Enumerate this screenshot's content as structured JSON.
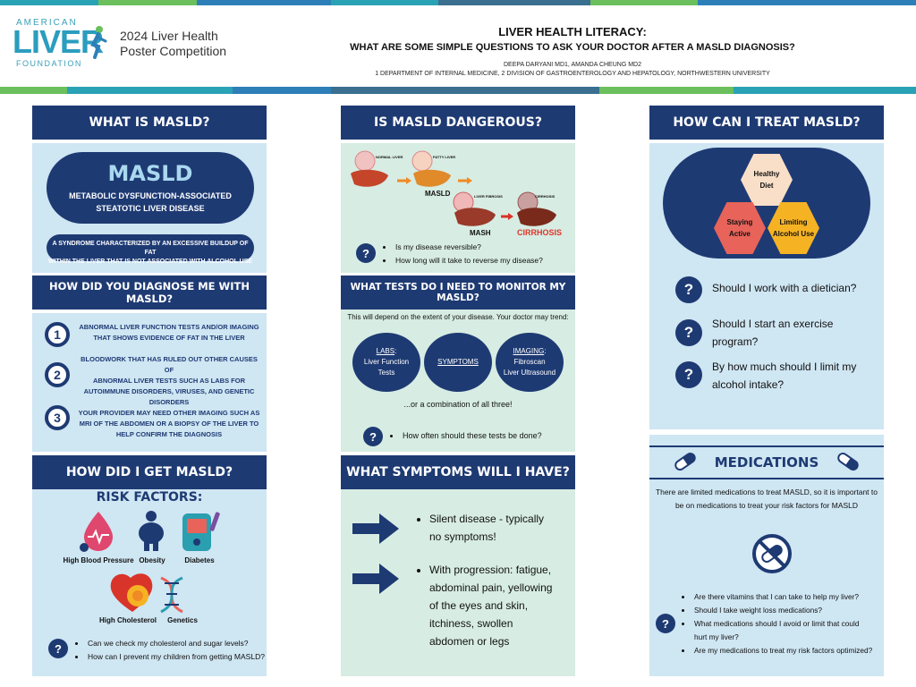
{
  "header": {
    "logo_top": "AMERICAN",
    "logo_main": "LIVER",
    "logo_bottom": "FOUNDATION",
    "competition": "2024 Liver Health",
    "competition_line2": "Poster Competition",
    "title": "LIVER HEALTH LITERACY:",
    "subtitle": "WHAT ARE SOME SIMPLE QUESTIONS TO ASK YOUR DOCTOR AFTER A MASLD DIAGNOSIS?",
    "authors": "DEEPA DARYANI MD1, AMANDA CHEUNG MD2",
    "affiliations": "1 DEPARTMENT OF INTERNAL MEDICINE, 2 DIVISION OF GASTROENTEROLOGY AND HEPATOLOGY, NORTHWESTERN UNIVERSITY"
  },
  "col1": {
    "what_header": "WHAT IS MASLD?",
    "masld": "MASLD",
    "masld_full_1": "METABOLIC DYSFUNCTION-ASSOCIATED",
    "masld_full_2": "STEATOTIC LIVER DISEASE",
    "syndrome_1": "A SYNDROME CHARACTERIZED BY AN EXCESSIVE BUILDUP OF FAT",
    "syndrome_2": "WITHIN THE LIVER THAT IS NOT ASSOCIATED WITH ALCOHOL USE",
    "diagnose_header": "HOW DID YOU DIAGNOSE ME WITH MASLD?",
    "steps": [
      {
        "num": "1",
        "line1": "ABNORMAL LIVER FUNCTION TESTS AND/OR IMAGING",
        "line2": "THAT SHOWS EVIDENCE OF FAT IN THE LIVER",
        "line3": "",
        "line4": ""
      },
      {
        "num": "2",
        "line1": "BLOODWORK THAT HAS RULED OUT OTHER CAUSES OF",
        "line2": "ABNORMAL LIVER TESTS SUCH AS LABS FOR",
        "line3": "AUTOIMMUNE DISORDERS, VIRUSES, AND GENETIC",
        "line4": "DISORDERS"
      },
      {
        "num": "3",
        "line1": "YOUR PROVIDER MAY NEED OTHER IMAGING SUCH AS",
        "line2": "MRI OF THE ABDOMEN OR A BIOPSY OF THE LIVER TO",
        "line3": "HELP CONFIRM THE DIAGNOSIS",
        "line4": ""
      }
    ],
    "get_header": "HOW DID I GET MASLD?",
    "risk_title": "RISK FACTORS:",
    "risks": [
      "High Blood Pressure",
      "Obesity",
      "Diabetes",
      "High Cholesterol",
      "Genetics"
    ],
    "questions": [
      "Can we check my cholesterol and sugar levels?",
      "How can I prevent my children from getting MASLD?"
    ],
    "q_mark": "?"
  },
  "col2": {
    "danger_header": "IS MASLD DANGEROUS?",
    "stages": {
      "normal": "NORMAL LIVER",
      "fatty": "FATTY LIVER",
      "fibrosis": "LIVER FIBROSIS",
      "cirrhosis_small": "CIRRHOSIS",
      "masld": "MASLD",
      "mash": "MASH",
      "cirrhosis": "CIRRHOSIS"
    },
    "danger_questions": [
      "Is my disease reversible?",
      "How long will it take to reverse my disease?"
    ],
    "tests_header": "WHAT TESTS DO I NEED TO MONITOR MY MASLD?",
    "trend": "This will depend on the extent of your disease. Your doctor may trend:",
    "tests": {
      "labs_title": "LABS",
      "labs_colon": ":",
      "labs_1": "Liver Function",
      "labs_2": "Tests",
      "symptoms": "SYMPTOMS",
      "imaging_title": "IMAGING",
      "imaging_colon": ":",
      "imaging_1": "Fibroscan",
      "imaging_2": "Liver Ultrasound"
    },
    "combo": "...or a combination of all three!",
    "tests_question": "How often should these tests be done?",
    "symptoms_header": "WHAT SYMPTOMS WILL I HAVE?",
    "symptom1_l1": "Silent disease - typically",
    "symptom1_l2": "no symptoms!",
    "symptom2_l1": "With progression: fatigue,",
    "symptom2_l2": "abdominal pain, yellowing",
    "symptom2_l3": "of the eyes and skin,",
    "symptom2_l4": "itchiness, swollen",
    "symptom2_l5": "abdomen or legs"
  },
  "col3": {
    "treat_header": "HOW CAN I TREAT MASLD?",
    "hex_diet_1": "Healthy",
    "hex_diet_2": "Diet",
    "hex_active_1": "Staying",
    "hex_active_2": "Active",
    "hex_alcohol_1": "Limiting",
    "hex_alcohol_2": "Alcohol Use",
    "tq1": "Should I work with a dietician?",
    "tq2_l1": "Should I start an exercise",
    "tq2_l2": "program?",
    "tq3_l1": "By how much should I limit my",
    "tq3_l2": "alcohol intake?",
    "med_title": "MEDICATIONS",
    "med_text_1": "There are limited medications to treat MASLD, so it is important to",
    "med_text_2": "be on medications to treat your risk factors for MASLD",
    "med_questions": [
      "Are there vitamins that I can take to help my liver?",
      "Should I take weight loss medications?",
      "What medications should I avoid or limit that could",
      "hurt my liver?",
      "Are my medications to treat my risk factors optimized?"
    ]
  },
  "colors": {
    "navy": "#1e3a73",
    "light_blue": "#cfe6f3",
    "light_green": "#d7ece3",
    "peach": "#f9dfc8",
    "coral": "#e8635a",
    "amber": "#f5b324",
    "cirrhosis_red": "#e0342a"
  }
}
